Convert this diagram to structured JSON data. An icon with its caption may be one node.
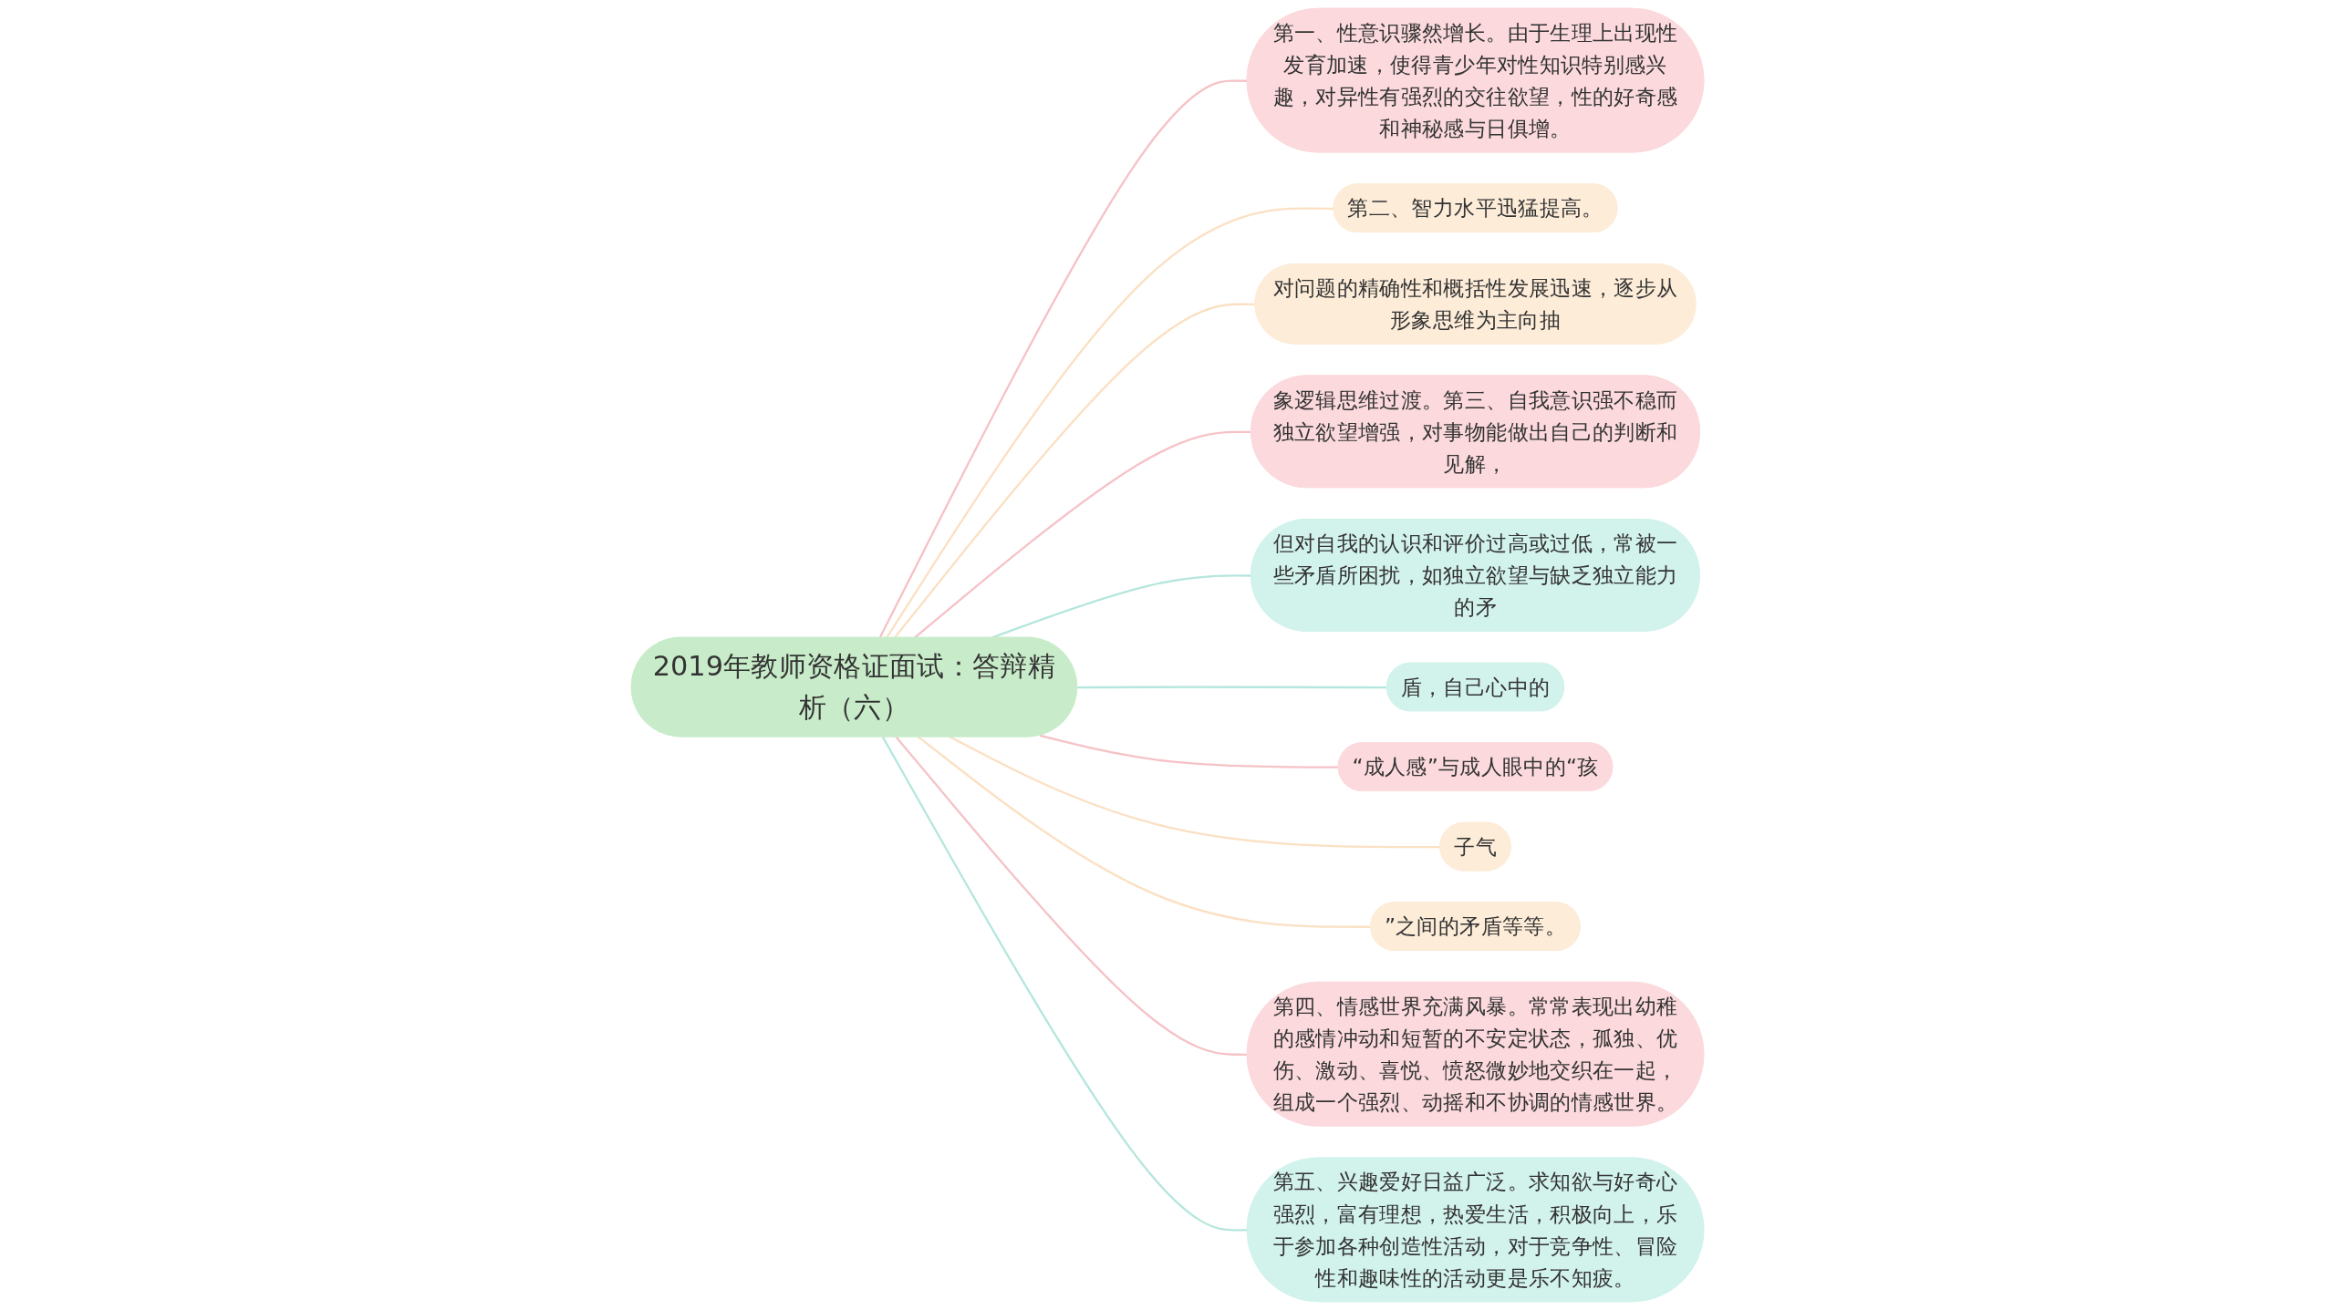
{
  "diagram": {
    "nodes": [
      {
        "text": [
          "2019年教师资格证面试：答辩精析（六）"
        ]
      },
      {
        "text": [
          "第一、性意识骤然增长。由于生理上出现性发育加速，使得青少年对性知识特别感兴趣，对异性有强烈的交往欲望，性的好奇感和神秘感与日俱增。"
        ]
      },
      {
        "text": [
          "第二、智力水平迅猛提高。"
        ]
      },
      {
        "text": [
          "对问题的精确性和概括性发展迅速，逐步从形象思维为主向抽"
        ]
      },
      {
        "text": [
          "象逻辑思维过渡。第三、自我意识强不稳而独立欲望增强，对事物能做出自己的判断和见解，"
        ]
      },
      {
        "text": [
          "但对自我的认识和评价过高或过低，常被一些矛盾所困扰，如独立欲望与缺乏独立能力的矛"
        ]
      },
      {
        "text": [
          "盾，自己心中的"
        ]
      },
      {
        "text": [
          "“成人感”与成人眼中的“孩"
        ]
      },
      {
        "text": [
          "子气"
        ]
      },
      {
        "text": [
          "”之间的矛盾等等。"
        ]
      },
      {
        "text": [
          "第四、情感世界充满风暴。常常表现出幼稚的感情冲动和短暂的不安定状态，孤独、优伤、激动、喜悦、愤怒微妙地交织在一起，组成一个强烈、动摇和不协调的情感世界。"
        ]
      },
      {
        "text": [
          "第五、兴趣爱好日益广泛。求知欲与好奇心强烈，富有理想，热爱生活，积极向上，乐于参加各种创造性活动，对于竞争性、冒险性和趣味性的活动更是乐不知疲。"
        ]
      }
    ],
    "edges": [
      {
        "from": 0,
        "to": 1,
        "arrow": "none",
        "color": "#f5c2c7"
      },
      {
        "from": 0,
        "to": 2,
        "arrow": "none",
        "color": "#fbe0c3"
      },
      {
        "from": 0,
        "to": 3,
        "arrow": "none",
        "color": "#fbe0c3"
      },
      {
        "from": 0,
        "to": 4,
        "arrow": "none",
        "color": "#f5c2c7"
      },
      {
        "from": 0,
        "to": 5,
        "arrow": "none",
        "color": "#b5e6dd"
      },
      {
        "from": 0,
        "to": 6,
        "arrow": "none",
        "color": "#b5e6dd"
      },
      {
        "from": 0,
        "to": 7,
        "arrow": "none",
        "color": "#f5c2c7"
      },
      {
        "from": 0,
        "to": 8,
        "arrow": "none",
        "color": "#fbe0c3"
      },
      {
        "from": 0,
        "to": 9,
        "arrow": "none",
        "color": "#fbe0c3"
      },
      {
        "from": 0,
        "to": 10,
        "arrow": "none",
        "color": "#f5c2c7"
      },
      {
        "from": 0,
        "to": 11,
        "arrow": "none",
        "color": "#b5e6dd"
      }
    ]
  }
}
